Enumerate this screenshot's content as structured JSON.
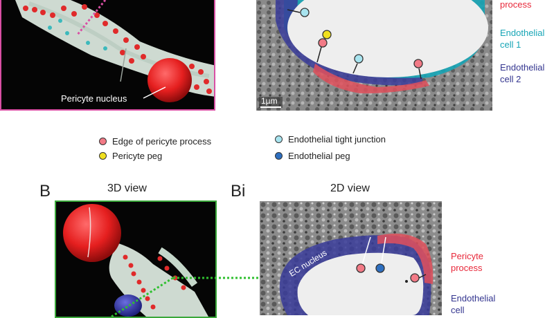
{
  "panel_a": {
    "pericyte_nucleus_label": "Pericyte nucleus",
    "scale_bar": "1µm",
    "side_labels": {
      "pericyte_process_partial": "process",
      "endothelial_cell_1_line1": "Endothelial",
      "endothelial_cell_1_line2": "cell 1",
      "endothelial_cell_2_line1": "Endothelial",
      "endothelial_cell_2_line2": "cell 2"
    }
  },
  "legend": {
    "items": [
      {
        "label": "Edge of pericyte process",
        "color": "#f27a86"
      },
      {
        "label": "Pericyte peg",
        "color": "#f0e020"
      },
      {
        "label": "Endothelial tight junction",
        "color": "#a8e4ef"
      },
      {
        "label": "Endothelial peg",
        "color": "#2e6fc0"
      }
    ]
  },
  "panel_b": {
    "letter": "B",
    "title": "3D view"
  },
  "panel_bi": {
    "letter": "Bi",
    "title": "2D view",
    "ec_nucleus_label": "EC nucleus",
    "side_labels": {
      "pericyte_process_line1": "Pericyte",
      "pericyte_process_line2": "process",
      "endothelial_cell_line1": "Endothelial",
      "endothelial_cell_line2": "cell"
    }
  },
  "colors": {
    "pericyte": "#e8283a",
    "endothelial_cell_1": "#17a5b6",
    "endothelial_cell_2": "#33358f",
    "frame_a": "#d94fa4",
    "frame_b": "#3aa83a",
    "connector": "#2fbf2f"
  }
}
